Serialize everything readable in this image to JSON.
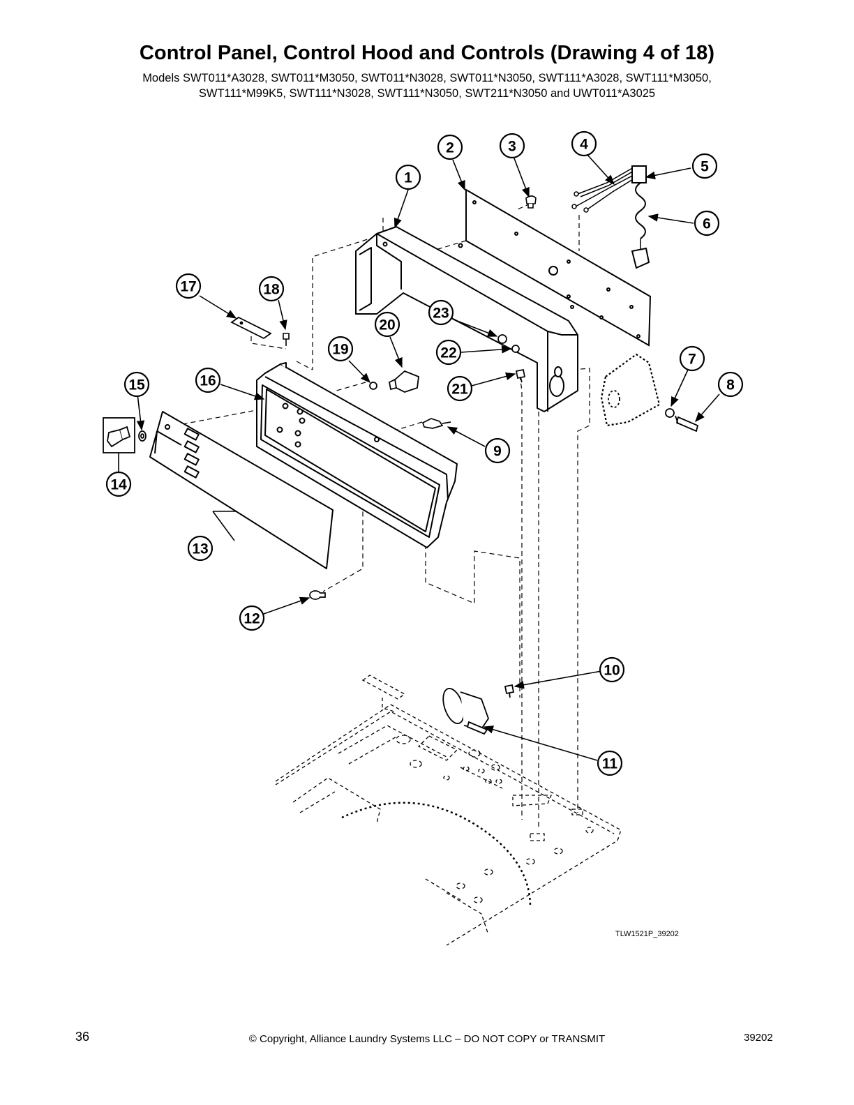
{
  "title": "Control Panel, Control Hood and Controls (Drawing 4 of 18)",
  "models_line1": "Models SWT011*A3028, SWT011*M3050, SWT011*N3028, SWT011*N3050, SWT111*A3028, SWT111*M3050,",
  "models_line2": "SWT111*M99K5, SWT111*N3028, SWT111*N3050, SWT211*N3050 and UWT011*A3025",
  "callouts": [
    "1",
    "2",
    "3",
    "4",
    "5",
    "6",
    "7",
    "8",
    "9",
    "10",
    "11",
    "12",
    "13",
    "14",
    "15",
    "16",
    "17",
    "18",
    "19",
    "20",
    "21",
    "22",
    "23"
  ],
  "drawing_code": "TLW1521P_39202",
  "footer": {
    "page_number": "36",
    "copyright": "© Copyright, Alliance Laundry Systems LLC – DO NOT COPY or TRANSMIT",
    "doc_number": "39202"
  }
}
